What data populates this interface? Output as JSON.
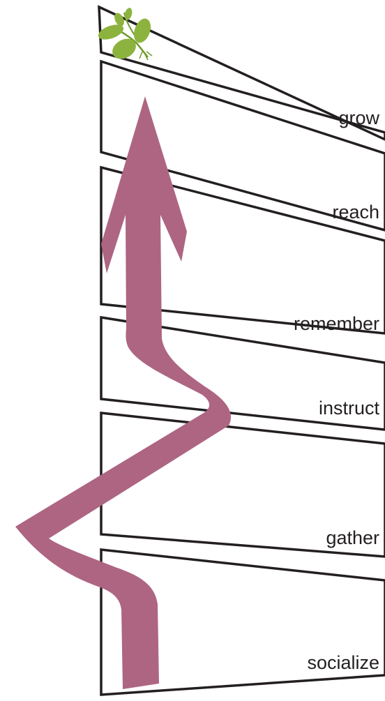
{
  "diagram": {
    "stages_bottom_to_top": [
      {
        "label": "socialize"
      },
      {
        "label": "gather"
      },
      {
        "label": "instruct"
      },
      {
        "label": "remember"
      },
      {
        "label": "reach"
      },
      {
        "label": "grow"
      }
    ],
    "top_image": "sprout-icon",
    "arrow_direction": "up",
    "colors": {
      "arrow": "#ad6582",
      "outline": "#231f20",
      "leaf": "#8db33f",
      "leaf_dark": "#6e9a2c",
      "background": "#ffffff"
    }
  }
}
